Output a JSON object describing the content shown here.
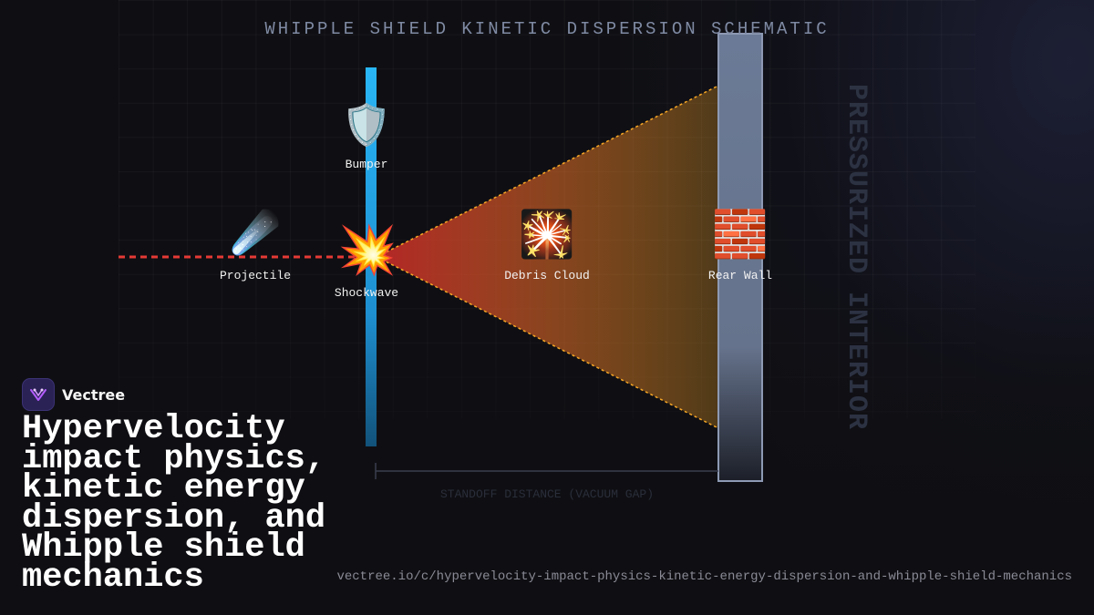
{
  "title": "WHIPPLE SHIELD KINETIC DISPERSION SCHEMATIC",
  "interior_label": "PRESSURIZED INTERIOR",
  "standoff_label": "STANDOFF DISTANCE (VACUUM GAP)",
  "nodes": {
    "bumper": {
      "label": "Bumper",
      "icon": "shield-icon",
      "glyph": "🛡️"
    },
    "projectile": {
      "label": "Projectile",
      "icon": "comet-icon",
      "glyph": "☄️"
    },
    "shockwave": {
      "label": "Shockwave",
      "icon": "collision-icon",
      "glyph": "💥"
    },
    "debris": {
      "label": "Debris Cloud",
      "icon": "fireworks-icon",
      "glyph": "🎇"
    },
    "rear_wall": {
      "label": "Rear Wall",
      "icon": "brick-wall-icon",
      "glyph": "🧱"
    }
  },
  "brand": {
    "name": "Vectree"
  },
  "headline": "Hypervelocity impact physics, kinetic energy dispersion, and Whipple shield mechanics",
  "url": "vectree.io/c/hypervelocity-impact-physics-kinetic-energy-dispersion-and-whipple-shield-mechanics",
  "colors": {
    "bumper": "#29b6f6",
    "trajectory": "#e53935",
    "cone_start": "#c62828",
    "cone_end": "#f9a825",
    "rear_wall": "#6b7a96",
    "brand_accent": "#b45cff"
  }
}
